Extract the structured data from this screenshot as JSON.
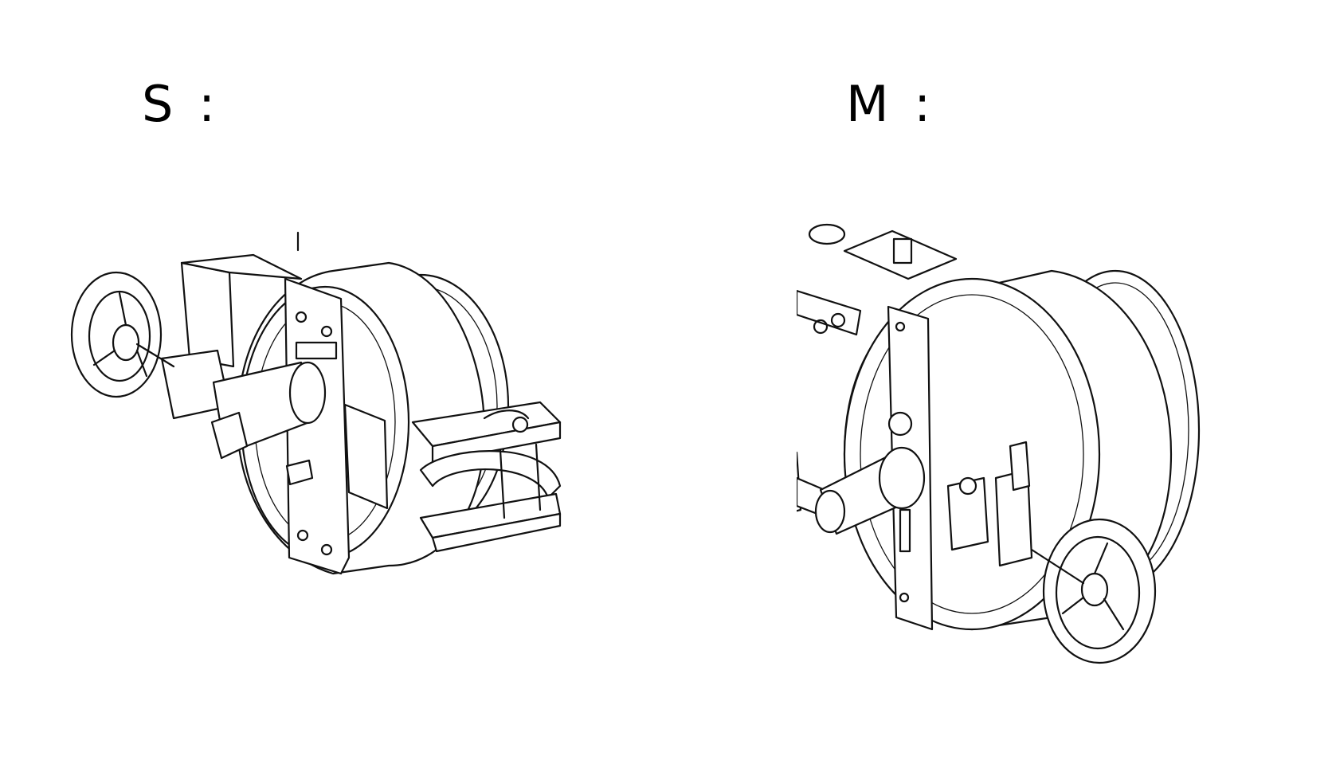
{
  "labels": {
    "left": "S :",
    "right": "M :"
  },
  "drawings": {
    "left": "valve-assembly-s",
    "right": "valve-assembly-m"
  },
  "colors": {
    "ink": "#111111",
    "background": "#ffffff"
  }
}
